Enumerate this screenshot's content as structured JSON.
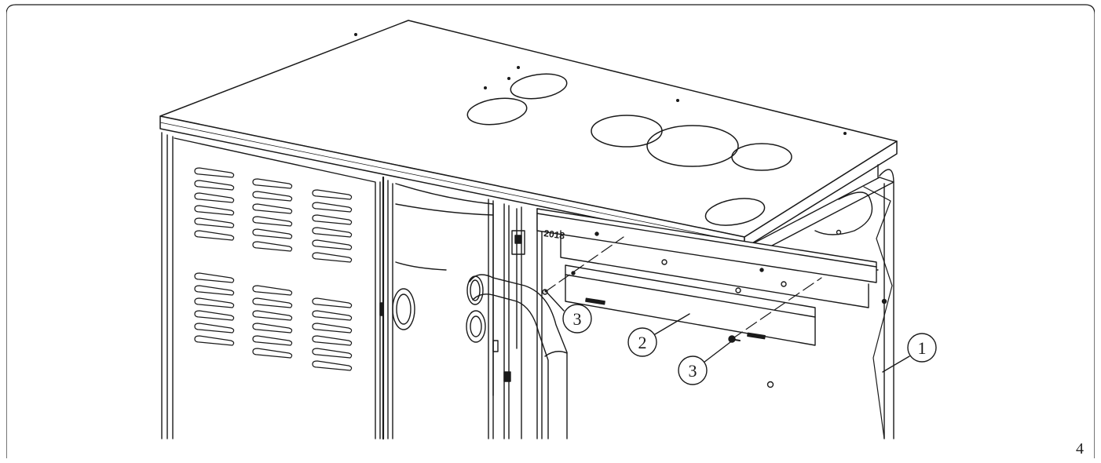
{
  "figure": {
    "marking_text": "2018",
    "callouts": [
      {
        "id": "c1",
        "label": "1"
      },
      {
        "id": "c2",
        "label": "2"
      },
      {
        "id": "c3a",
        "label": "3"
      },
      {
        "id": "c3b",
        "label": "3"
      }
    ],
    "page_number": "4"
  },
  "colors": {
    "stroke": "#1a1a1a",
    "background": "#ffffff"
  }
}
